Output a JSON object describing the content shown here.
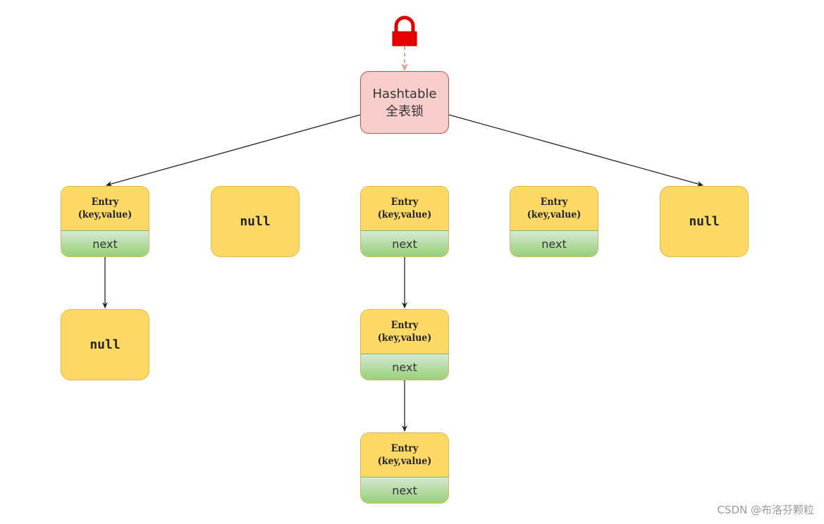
{
  "diagram": {
    "root": {
      "line1": "Hashtable",
      "line2": "全表锁"
    },
    "lock": {
      "icon": "lock-icon",
      "color": "#dd0000"
    },
    "buckets": [
      {
        "kind": "entry",
        "title": "Entry",
        "fields": "(key,value)",
        "next": "next"
      },
      {
        "kind": "null",
        "label": "null"
      },
      {
        "kind": "entry",
        "title": "Entry",
        "fields": "(key,value)",
        "next": "next"
      },
      {
        "kind": "entry",
        "title": "Entry",
        "fields": "(key,value)",
        "next": "next"
      },
      {
        "kind": "null",
        "label": "null"
      }
    ],
    "chain_bucket0": [
      {
        "kind": "null",
        "label": "null"
      }
    ],
    "chain_bucket2": [
      {
        "kind": "entry",
        "title": "Entry",
        "fields": "(key,value)",
        "next": "next"
      },
      {
        "kind": "entry",
        "title": "Entry",
        "fields": "(key,value)",
        "next": "next"
      }
    ],
    "colors": {
      "root_fill": "#f8cecc",
      "root_stroke": "#b85450",
      "entry_fill": "#ffd966",
      "next_fill": "#97d077",
      "edge": "#222222",
      "lock_arrow": "#f19c99"
    }
  },
  "watermark": "CSDN @布洛芬颗粒"
}
